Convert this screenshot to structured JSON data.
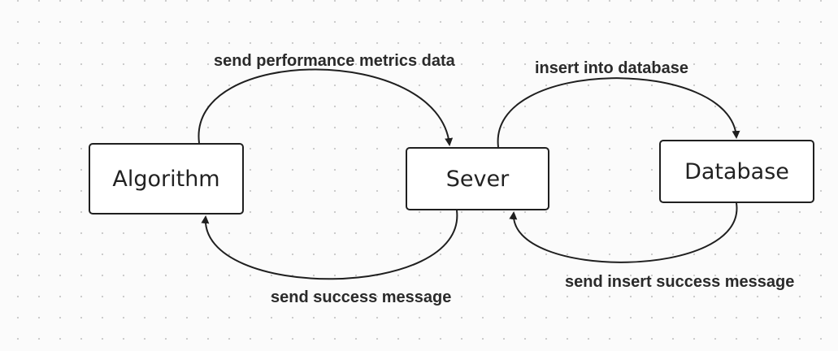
{
  "diagram": {
    "nodes": {
      "algorithm": "Algorithm",
      "server": "Sever",
      "database": "Database"
    },
    "edges": {
      "algorithm_to_server": "send performance metrics data",
      "server_to_database": "insert into database",
      "server_to_algorithm": "send success message",
      "database_to_server": "send insert success message"
    }
  }
}
